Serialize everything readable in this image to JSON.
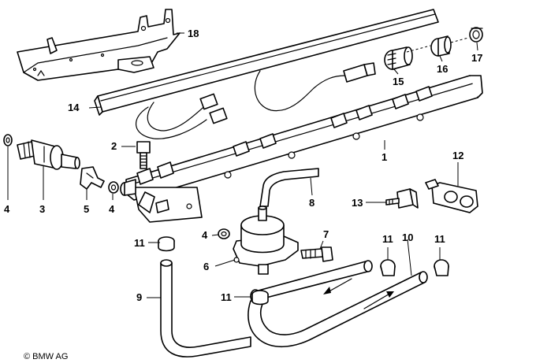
{
  "callouts": [
    {
      "id": "c1",
      "text": "1"
    },
    {
      "id": "c2",
      "text": "2"
    },
    {
      "id": "c3",
      "text": "3"
    },
    {
      "id": "c4a",
      "text": "4"
    },
    {
      "id": "c4b",
      "text": "4"
    },
    {
      "id": "c4c",
      "text": "4"
    },
    {
      "id": "c5",
      "text": "5"
    },
    {
      "id": "c6",
      "text": "6"
    },
    {
      "id": "c7",
      "text": "7"
    },
    {
      "id": "c8",
      "text": "8"
    },
    {
      "id": "c9",
      "text": "9"
    },
    {
      "id": "c10",
      "text": "10"
    },
    {
      "id": "c11a",
      "text": "11"
    },
    {
      "id": "c11b",
      "text": "11"
    },
    {
      "id": "c11c",
      "text": "11"
    },
    {
      "id": "c11d",
      "text": "11"
    },
    {
      "id": "c12",
      "text": "12"
    },
    {
      "id": "c13",
      "text": "13"
    },
    {
      "id": "c14",
      "text": "14"
    },
    {
      "id": "c15",
      "text": "15"
    },
    {
      "id": "c16",
      "text": "16"
    },
    {
      "id": "c17",
      "text": "17"
    },
    {
      "id": "c18",
      "text": "18"
    }
  ],
  "copyright": "© BMW AG"
}
